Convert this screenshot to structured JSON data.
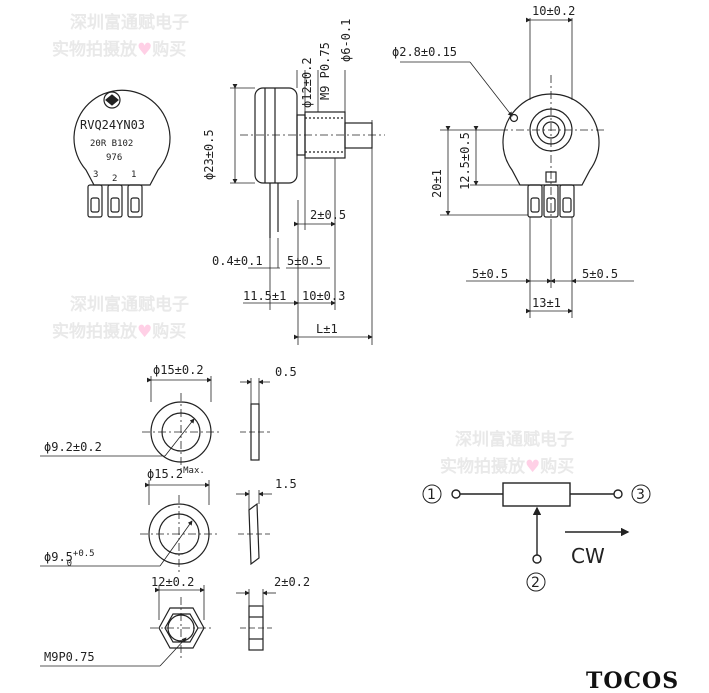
{
  "watermark": {
    "line1": "深圳富通赋电子",
    "line2_before": "实物拍摄放",
    "line2_after": "购买"
  },
  "brand": "TOCOS",
  "front_label": {
    "model": "RVQ24YN03",
    "rating": "20R  B102",
    "code": "976",
    "pins": [
      "3",
      "2",
      "1"
    ]
  },
  "side_view": {
    "shaft_dia": "ϕ12±0.2",
    "thread": "M9 P0.75",
    "shaft_tip": "ϕ6-0.1",
    "body_dia": "ϕ23±0.5",
    "step": "2±0.5",
    "flange_gap": "0.4±0.1",
    "pin_off": "5±0.5",
    "body_len": "11.5±1",
    "bushing_len": "10±0.3",
    "shaft_len": "L±1"
  },
  "back_view": {
    "width": "10±0.2",
    "hole": "ϕ2.8±0.15",
    "height1": "20±1",
    "height2": "12.5±0.5",
    "pitch_left": "5±0.5",
    "pitch_right": "5±0.5",
    "span": "13±1"
  },
  "washer1": {
    "od": "ϕ15±0.2",
    "id": "ϕ9.2±0.2",
    "thick": "0.5"
  },
  "washer2": {
    "od": "ϕ15.2",
    "od_sup": "Max.",
    "id_main": "ϕ9.5",
    "id_sup": "+0.5",
    "id_sub": "0",
    "thick": "1.5"
  },
  "nut": {
    "width": "12±0.2",
    "thread": "M9P0.75",
    "thick": "2±0.2"
  },
  "schematic": {
    "pin1": "1",
    "pin2": "2",
    "pin3": "3",
    "direction": "CW"
  }
}
